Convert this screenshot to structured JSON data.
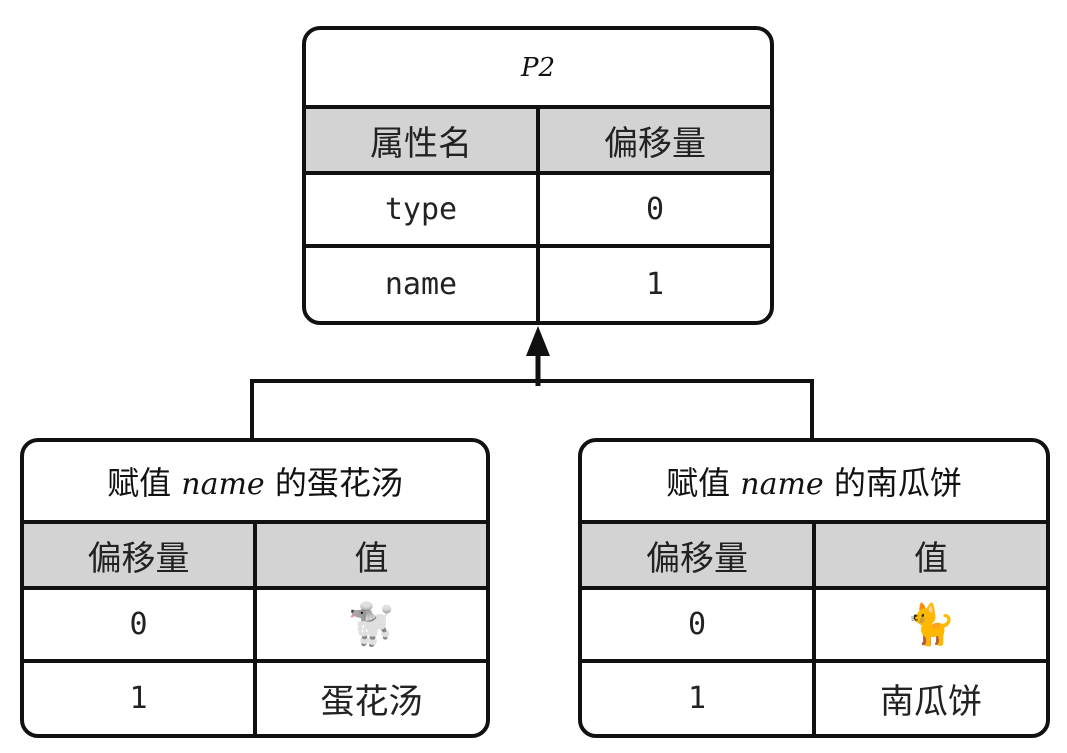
{
  "parent": {
    "title": "P2",
    "headers": [
      "属性名",
      "偏移量"
    ],
    "rows": [
      [
        "type",
        "0"
      ],
      [
        "name",
        "1"
      ]
    ]
  },
  "left": {
    "title_prefix": "赋值",
    "title_field": "name",
    "title_suffix": "的蛋花汤",
    "headers": [
      "偏移量",
      "值"
    ],
    "rows": [
      [
        "0",
        "🐩"
      ],
      [
        "1",
        "蛋花汤"
      ]
    ]
  },
  "right": {
    "title_prefix": "赋值",
    "title_field": "name",
    "title_suffix": "的南瓜饼",
    "headers": [
      "偏移量",
      "值"
    ],
    "rows": [
      [
        "0",
        "🐈"
      ],
      [
        "1",
        "南瓜饼"
      ]
    ]
  }
}
